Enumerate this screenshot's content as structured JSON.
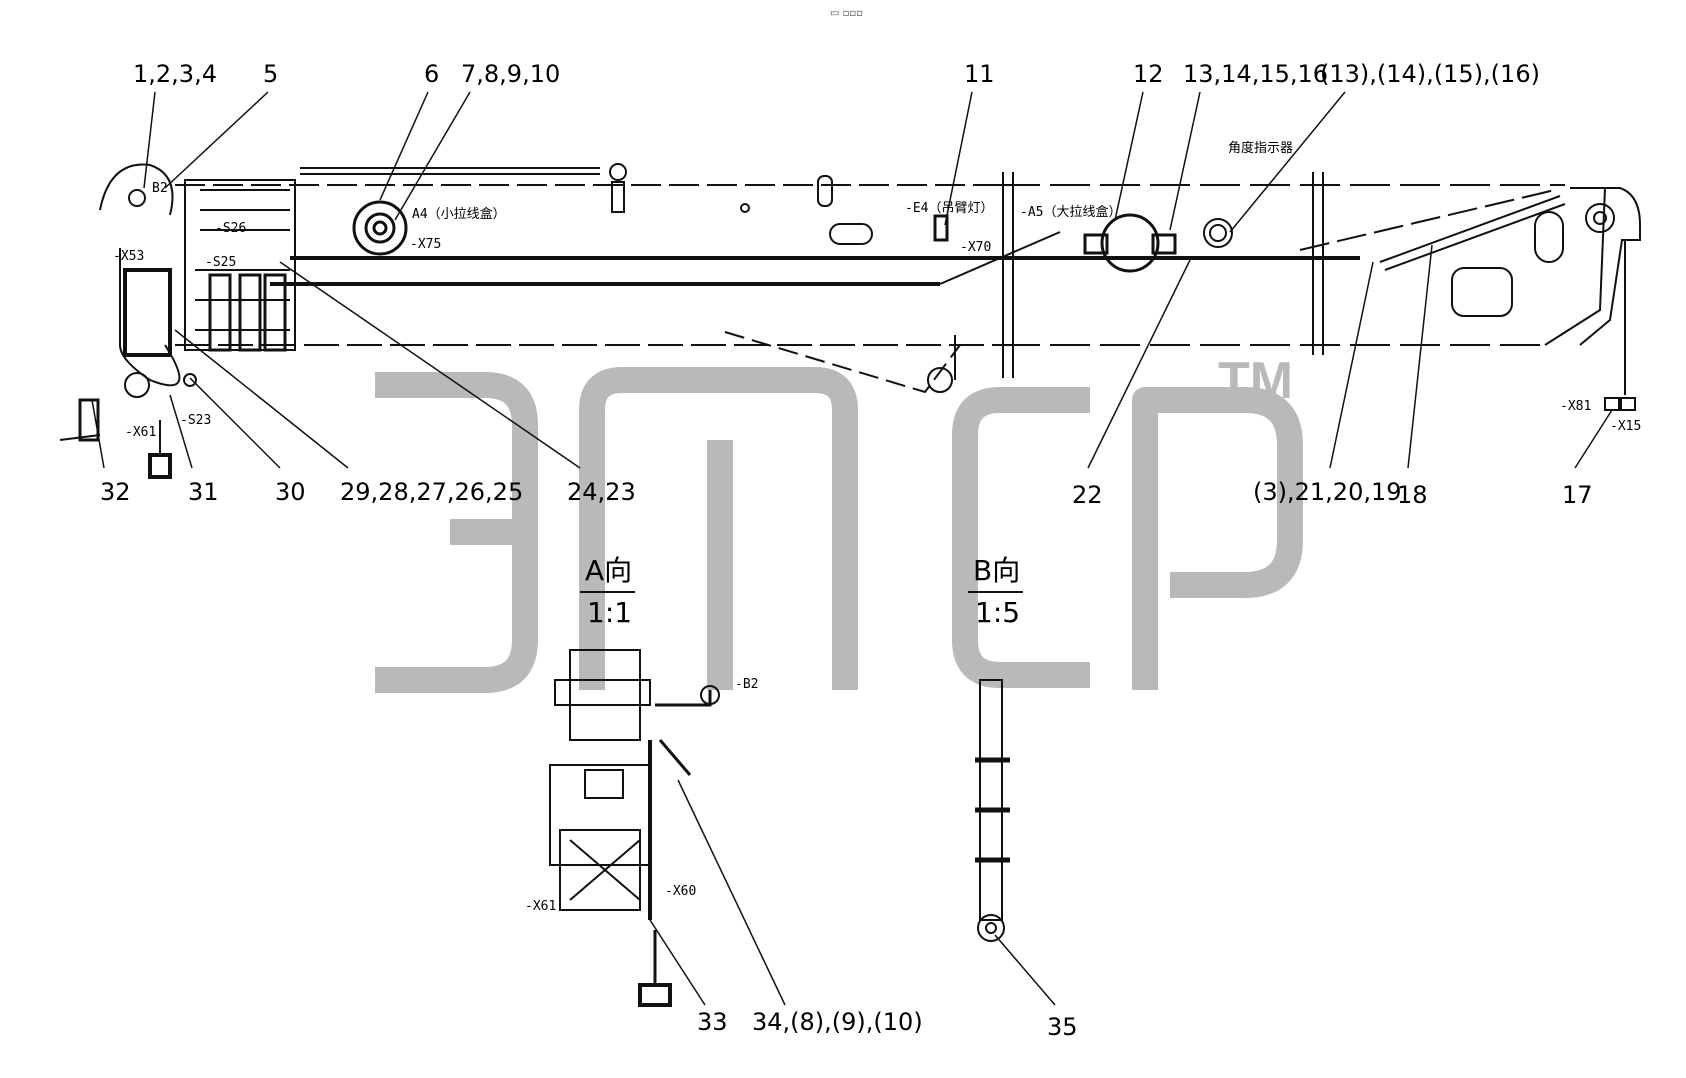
{
  "header_mark": "▭ ▫▫▫",
  "watermark": {
    "text": "ЭПСР",
    "tm": "TM",
    "color": "#b9b9b9"
  },
  "callouts_top": [
    "1,2,3,4",
    "5",
    "6",
    "7,8,9,10",
    "11",
    "12",
    "13,14,15,16",
    "(13),(14),(15),(16)"
  ],
  "callouts_bottom": [
    "32",
    "31",
    "30",
    "29,28,27,26,25",
    "24,23",
    "22",
    "(3),21,20,19",
    "18",
    "17"
  ],
  "callouts_views": [
    "33",
    "34,(8),(9),(10)",
    "35"
  ],
  "annotations": {
    "a4": "A4（小拉线盒）",
    "x75": "-X75",
    "e4": "-E4（吊臂灯）",
    "x70": "-X70",
    "a5": "-A5（大拉线盒）",
    "angle_indicator": "角度指示器",
    "x53": "-X53",
    "b2": "B2",
    "s26": "-S26",
    "s25": "-S25",
    "x61": "-X61",
    "s23": "-S23",
    "x81": "-X81",
    "x15": "-X15",
    "b2_view": "-B2",
    "x60": "-X60",
    "x61_view": "-X61"
  },
  "views": [
    {
      "name": "A向",
      "scale": "1:1"
    },
    {
      "name": "B向",
      "scale": "1:5"
    }
  ]
}
